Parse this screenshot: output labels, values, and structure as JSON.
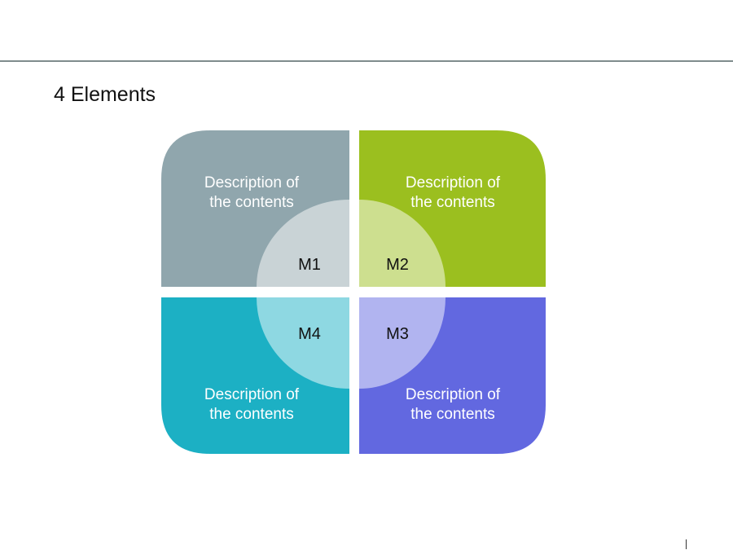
{
  "title": "4 Elements",
  "colors": {
    "m1": "#90a6ad",
    "m2": "#9bbf1f",
    "m3": "#6268e0",
    "m4": "#1cb0c4",
    "m1_inner": "#c9d3d6",
    "m2_inner": "#cddf8f",
    "m3_inner": "#b1b4f0",
    "m4_inner": "#8ed8e2"
  },
  "quadrants": [
    {
      "id": "m1",
      "label": "M1",
      "desc_line1": "Description of",
      "desc_line2": "the contents"
    },
    {
      "id": "m2",
      "label": "M2",
      "desc_line1": "Description of",
      "desc_line2": "the contents"
    },
    {
      "id": "m3",
      "label": "M3",
      "desc_line1": "Description of",
      "desc_line2": "the contents"
    },
    {
      "id": "m4",
      "label": "M4",
      "desc_line1": "Description of",
      "desc_line2": "the contents"
    }
  ]
}
